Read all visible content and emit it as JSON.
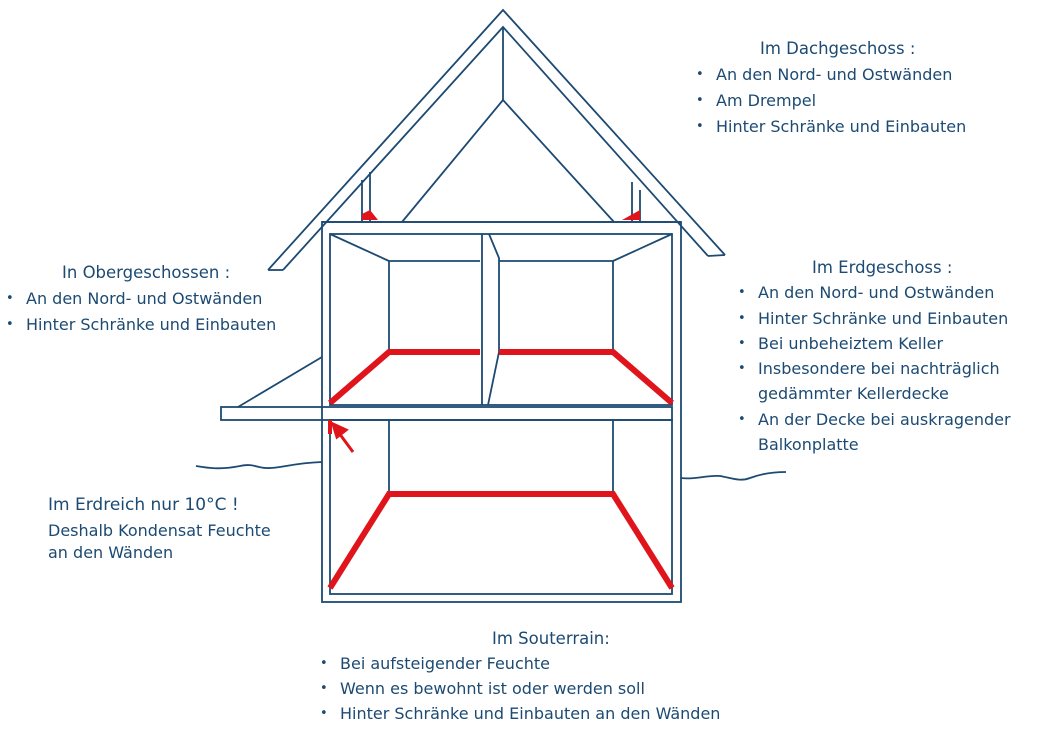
{
  "colors": {
    "line": "#1c4a72",
    "moisture": "#e0141b",
    "background": "#ffffff"
  },
  "dachgeschoss": {
    "heading": "Im Dachgeschoss :",
    "items": [
      "An den Nord- und Ostwänden",
      "Am Drempel",
      "Hinter Schränke und Einbauten"
    ]
  },
  "obergeschoss": {
    "heading": "In Obergeschossen :",
    "items": [
      "An den Nord- und Ostwänden",
      "Hinter Schränke und Einbauten"
    ]
  },
  "erdgeschoss": {
    "heading": "Im Erdgeschoss :",
    "items": [
      "An den Nord- und Ostwänden",
      "Hinter Schränke und Einbauten",
      "Bei unbeheiztem Keller",
      "Insbesondere bei nachträglich",
      "An der Decke bei auskragender"
    ],
    "item_continuations": [
      "gedämmter Kellerdecke",
      "Balkonplatte"
    ]
  },
  "erdreich": {
    "heading": "Im Erdreich nur 10°C !",
    "lines": [
      "Deshalb Kondensat Feuchte",
      "an den Wänden"
    ]
  },
  "souterrain": {
    "heading": "Im Souterrain:",
    "items": [
      "Bei aufsteigender Feuchte",
      "Wenn es bewohnt ist oder werden soll",
      "Hinter Schränke und Einbauten an den Wänden"
    ]
  }
}
